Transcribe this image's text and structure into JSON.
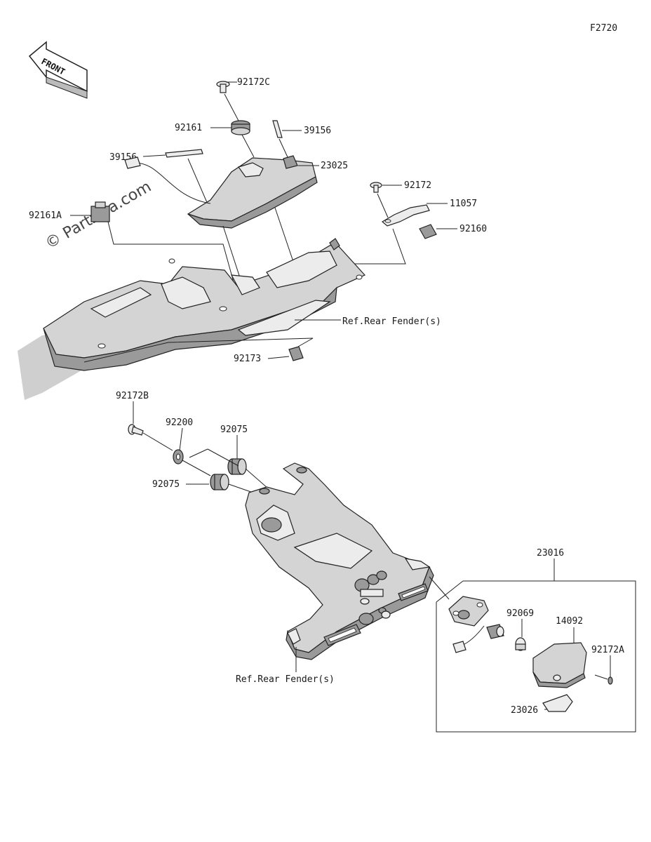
{
  "figure_code": "F2720",
  "watermark": "© Partzilla.com",
  "front_badge": "FRONT",
  "labels": {
    "p92172C": "92172C",
    "p92161": "92161",
    "p39156_right": "39156",
    "p39156_left": "39156",
    "p23025": "23025",
    "p92172": "92172",
    "p11057": "11057",
    "p92160": "92160",
    "p92161A": "92161A",
    "ref_rear_fender_top": "Ref.Rear Fender(s)",
    "p92173": "92173",
    "p92172B": "92172B",
    "p92200": "92200",
    "p92075_top": "92075",
    "p92075_left": "92075",
    "p23016": "23016",
    "p92069": "92069",
    "p14092": "14092",
    "p92172A": "92172A",
    "p23026": "23026",
    "ref_rear_fender_bottom": "Ref.Rear Fender(s)"
  }
}
